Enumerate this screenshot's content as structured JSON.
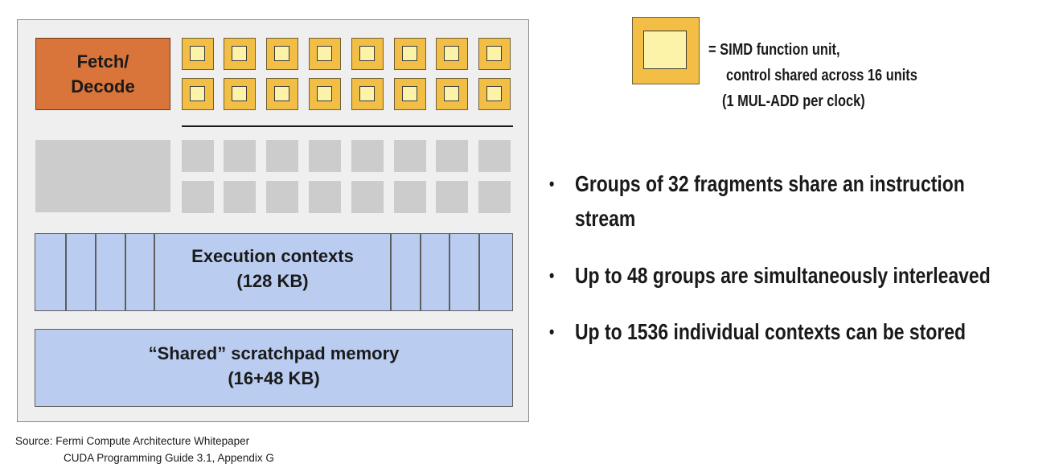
{
  "diagram": {
    "fetch_decode_label": "Fetch/\nDecode",
    "execution_contexts_label": "Execution contexts\n(128 KB)",
    "shared_memory_label": "“Shared” scratchpad memory\n(16+48 KB)",
    "source_line1": "Source: Fermi Compute Architecture Whitepaper",
    "source_line2": "CUDA Programming Guide 3.1, Appendix G"
  },
  "legend": {
    "line1": "= SIMD function unit,",
    "line2": "control shared across 16 units",
    "line3": "(1 MUL-ADD per clock)"
  },
  "bullets": [
    {
      "line1": "Groups of 32 fragments share an instruction",
      "line2": "stream"
    },
    {
      "line1": "Up to 48 groups are simultaneously interleaved"
    },
    {
      "line1": "Up to 1536 individual contexts can be stored"
    }
  ],
  "colors": {
    "fetch": "#d9743a",
    "alu_outer": "#f3be45",
    "alu_inner": "#fdf3a8",
    "context_blue": "#bacdf1",
    "gray_unit": "#cccccc"
  }
}
